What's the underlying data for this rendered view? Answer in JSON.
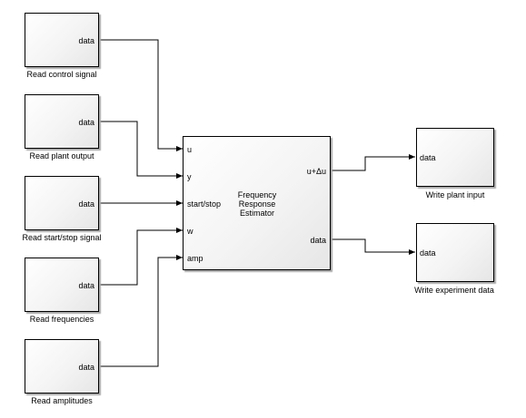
{
  "source_blocks": [
    {
      "caption": "Read control signal",
      "port": "data"
    },
    {
      "caption": "Read plant output",
      "port": "data"
    },
    {
      "caption": "Read start/stop signal",
      "port": "data"
    },
    {
      "caption": "Read frequencies",
      "port": "data"
    },
    {
      "caption": "Read amplitudes",
      "port": "data"
    }
  ],
  "estimator": {
    "title_lines": [
      "Frequency",
      "Response",
      "Estimator"
    ],
    "inputs": [
      "u",
      "y",
      "start/stop",
      "w",
      "amp"
    ],
    "outputs": [
      "u+Δu",
      "data"
    ]
  },
  "sink_blocks": [
    {
      "caption": "Write plant input",
      "port": "data"
    },
    {
      "caption": "Write experiment data",
      "port": "data"
    }
  ]
}
